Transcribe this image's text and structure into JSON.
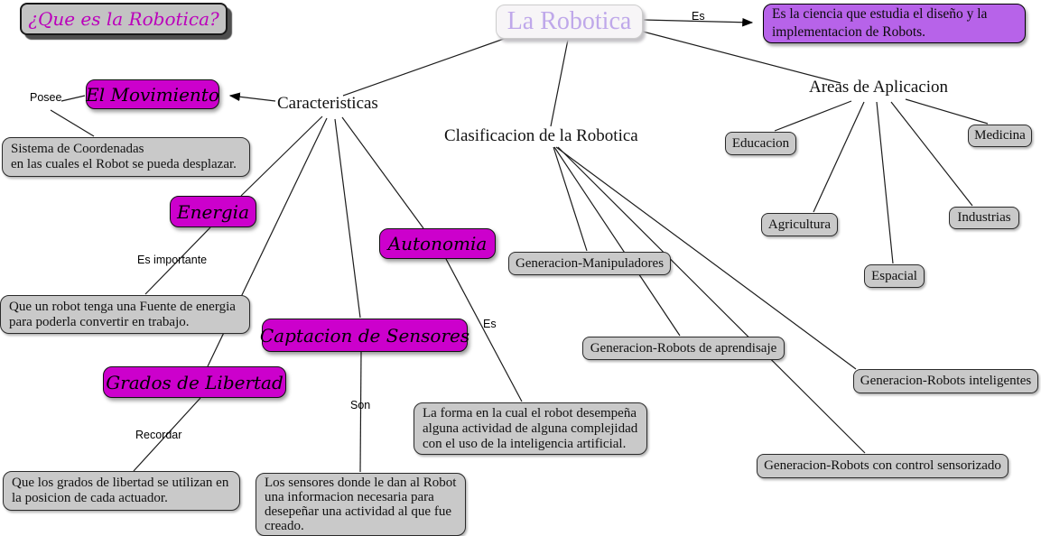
{
  "colors": {
    "concept_fill": "#cc00cc",
    "definition_fill": "#b763e9",
    "node_fill": "#c9c9c9",
    "node_border": "#2a2a2a",
    "question_fill": "#c3c3c3",
    "question_text": "#bb00bb",
    "title_fill": "#f7f5f7",
    "title_text": "#bfa8ea",
    "line_color": "#1c1c1c"
  },
  "question": "¿Que es la Robotica?",
  "root": "La Robotica",
  "definition_lines": [
    "Es la ciencia que estudia el diseño y la",
    "implementacion de Robots."
  ],
  "link_labels": {
    "es_def": "Es",
    "posee": "Posee",
    "es_importante": "Es importante",
    "recordar": "Recordar",
    "son": "Son",
    "es_autonomia": "Es"
  },
  "branches": {
    "caracteristicas": "Caracteristicas",
    "clasificacion": "Clasificacion de la Robotica",
    "areas": "Areas de Aplicacion"
  },
  "concepts": {
    "el_movimiento": "El Movimiento",
    "energia": "Energia",
    "grados_de_libertad": "Grados de Libertad",
    "captacion_de_sensores": "Captacion de Sensores",
    "autonomia": "Autonomia"
  },
  "descriptions": {
    "el_movimiento": [
      "Sistema de Coordenadas",
      "en las cuales el Robot se pueda desplazar."
    ],
    "energia": [
      "Que un robot tenga una Fuente de energia",
      "para poderla convertir en trabajo."
    ],
    "grados_de_libertad": [
      "Que los grados de libertad se utilizan en",
      "la posicion de cada actuador."
    ],
    "captacion_de_sensores": [
      "Los sensores donde le dan al Robot",
      "una informacion necesaria para",
      "desepeñar una actividad al que fue",
      "creado."
    ],
    "autonomia": [
      "La forma en la cual el robot desempeña",
      "alguna actividad de alguna complejidad",
      "con el uso de la inteligencia artificial."
    ]
  },
  "clasificacion_nodes": [
    "Generacion-Manipuladores",
    "Generacion-Robots de aprendisaje",
    "Generacion-Robots inteligentes",
    "Generacion-Robots con control sensorizado"
  ],
  "areas_nodes": [
    "Educacion",
    "Medicina",
    "Agricultura",
    "Industrias",
    "Espacial"
  ]
}
